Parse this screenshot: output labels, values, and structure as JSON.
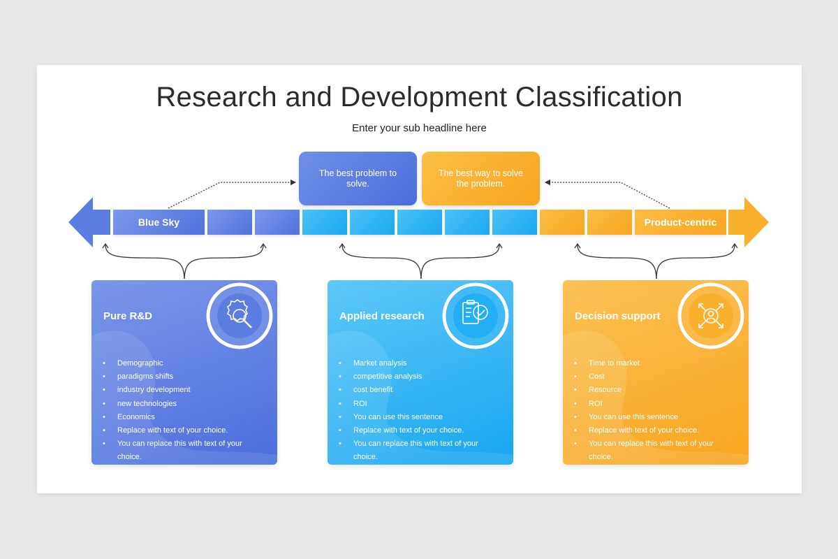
{
  "title": "Research and Development Classification",
  "subtitle": "Enter your sub headline here",
  "callouts": [
    {
      "text": "The best problem to solve."
    },
    {
      "text": "The best way to solve the problem."
    }
  ],
  "scale": {
    "left_label": "Blue Sky",
    "right_label": "Product-centric"
  },
  "cards": [
    {
      "title": "Pure R&D",
      "icon": "gear-search-icon",
      "items": [
        "Demographic",
        "paradigms shifts",
        "industry development",
        "new technologies",
        "Economics",
        "Replace with text of your choice.",
        "You can replace this with text of your choice."
      ]
    },
    {
      "title": "Applied research",
      "icon": "clipboard-check-icon",
      "items": [
        "Market analysis",
        "competitive analysis",
        "cost benefit",
        "ROI",
        "You can use this sentence",
        "Replace with text of your choice.",
        "You can replace this with text of your choice."
      ]
    },
    {
      "title": "Decision support",
      "icon": "person-expand-icon",
      "items": [
        "Time to market",
        "Cost",
        "Resource",
        "ROI",
        "You can use this sentence",
        "Replace with text of your choice.",
        "You can replace this with text of your choice."
      ]
    }
  ],
  "colors": {
    "blue": "#4f72dd",
    "cyan": "#1aa8f0",
    "orange": "#f7a61f"
  }
}
